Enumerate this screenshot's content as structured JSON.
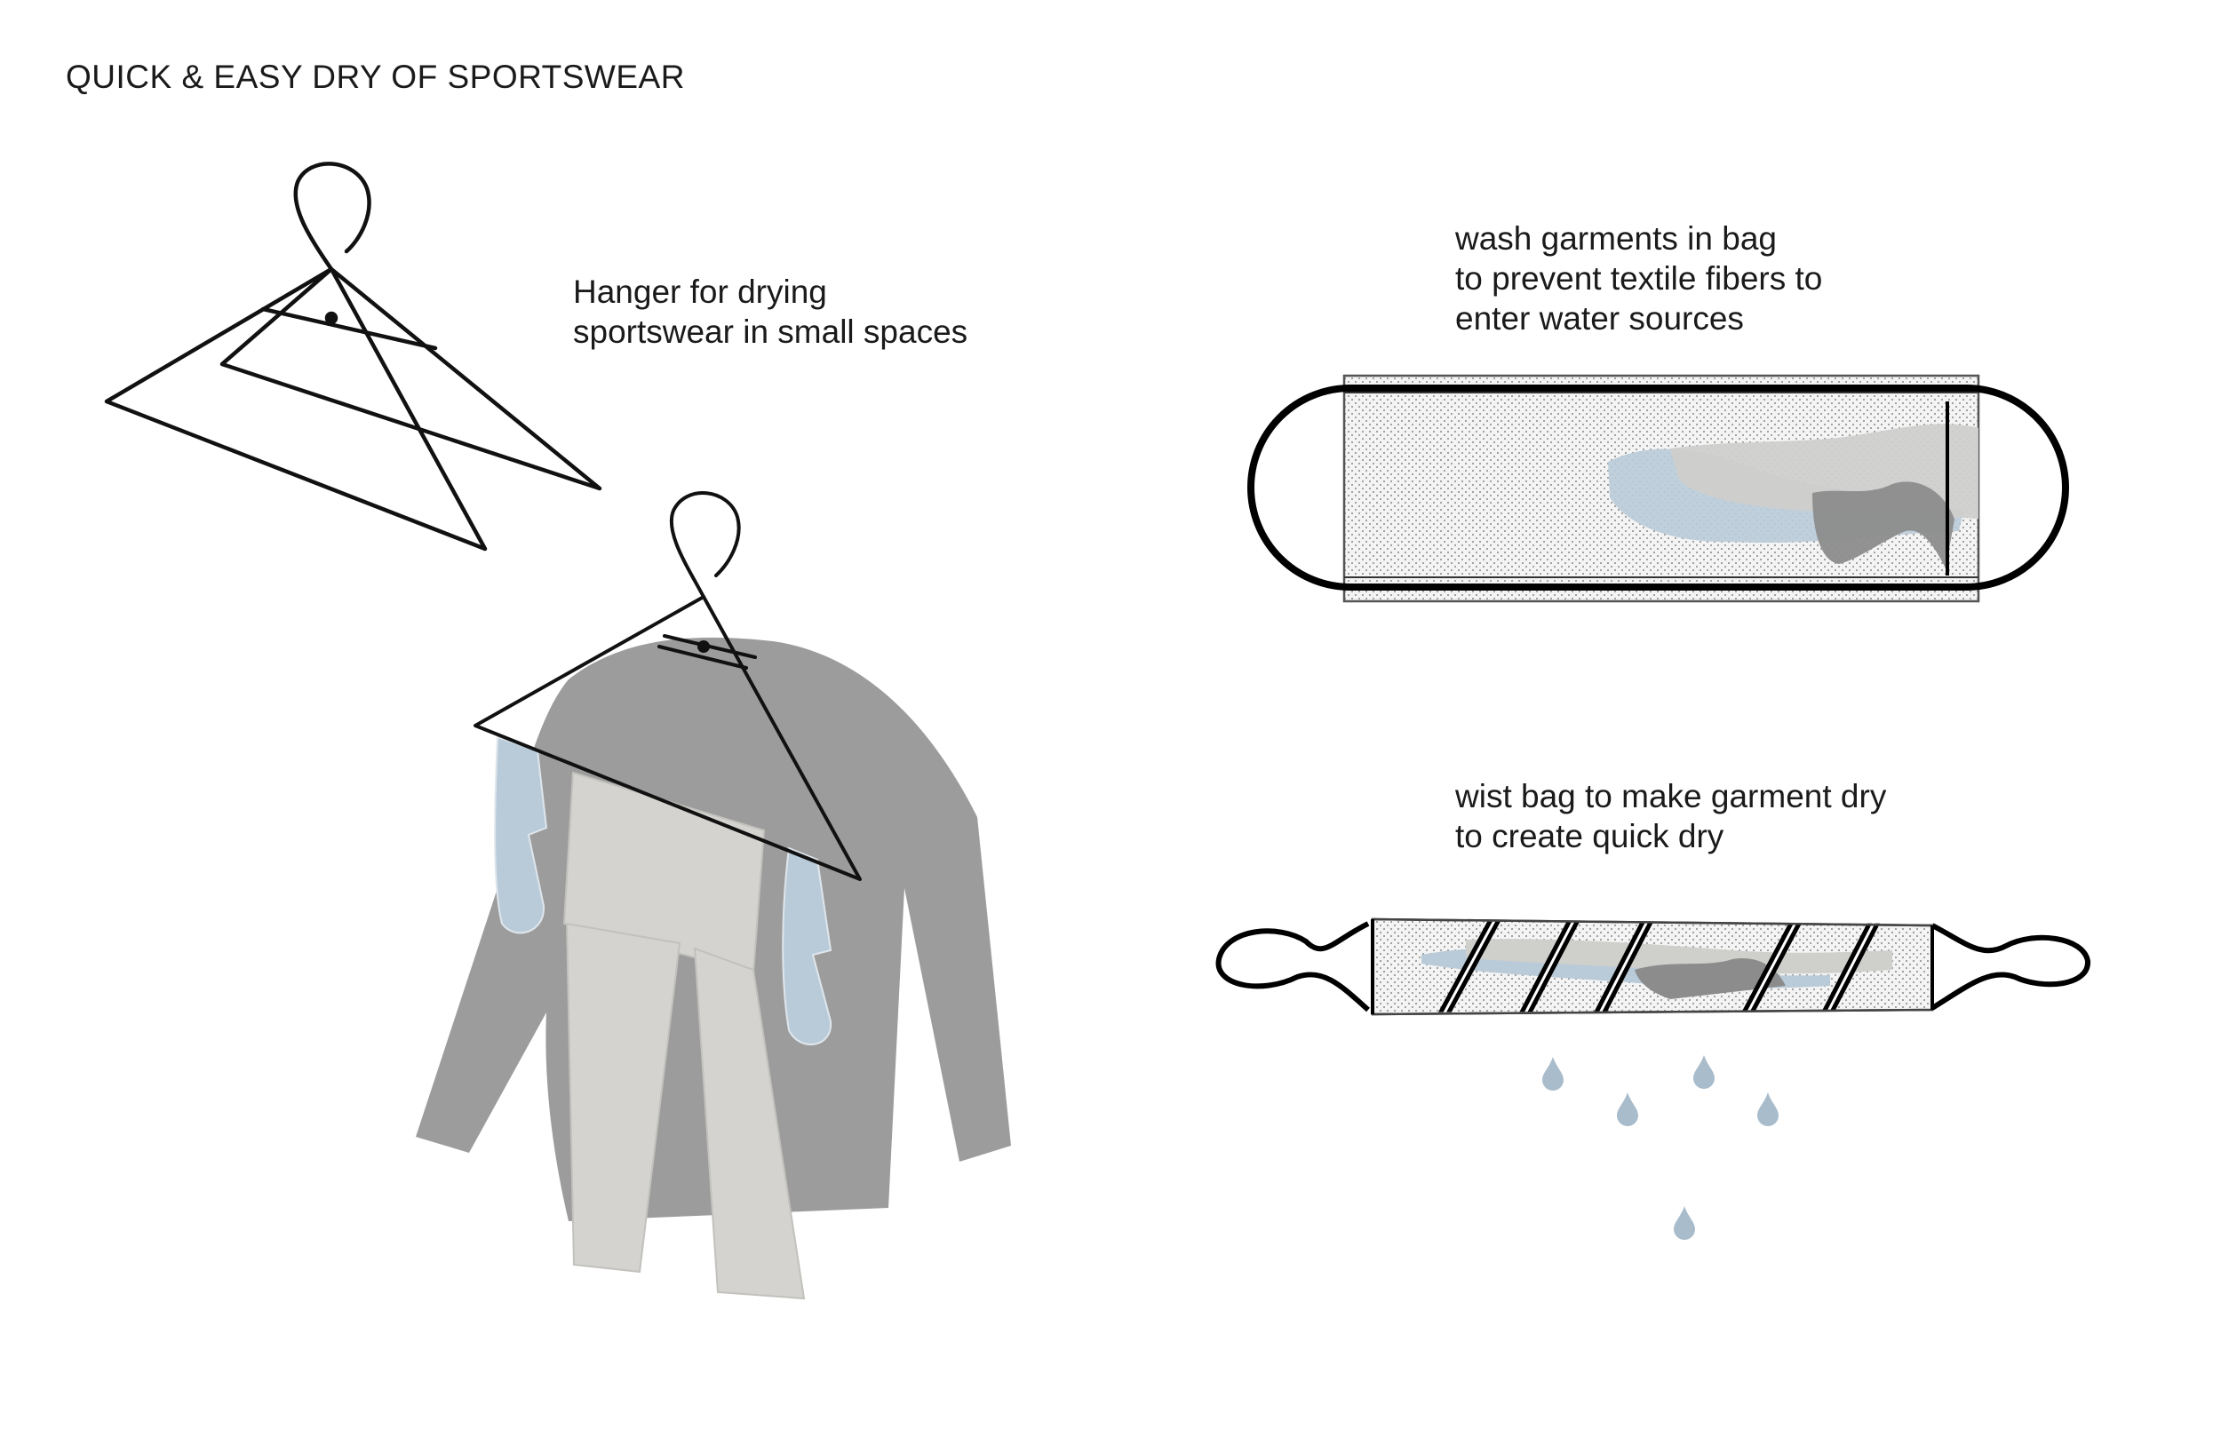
{
  "title": "QUICK & EASY DRY OF SPORTSWEAR",
  "captions": {
    "hanger": [
      "Hanger for drying",
      "sportswear in small spaces"
    ],
    "wash": [
      "wash garments in bag",
      "to prevent textile fibers to",
      "enter water sources"
    ],
    "twist": [
      "wist bag to make garment dry",
      "to create quick dry"
    ]
  },
  "colors": {
    "line": "#111111",
    "shirt": "#9c9c9c",
    "pants": "#d4d3cf",
    "socks": "#b9cbd8",
    "water_drop": "#a9bccb"
  }
}
